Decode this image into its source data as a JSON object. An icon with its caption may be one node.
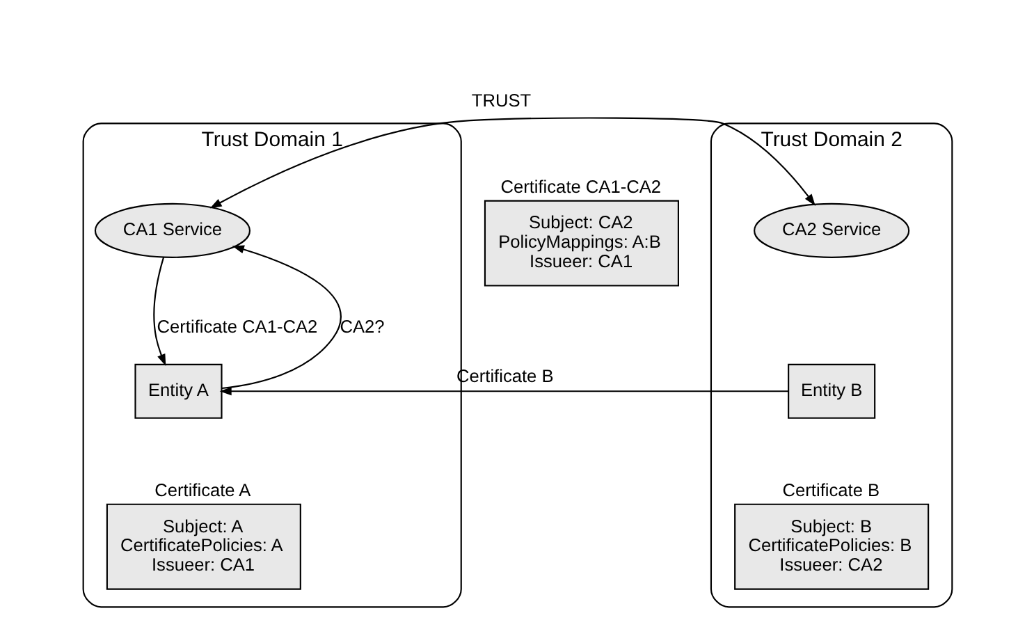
{
  "diagram": {
    "nodes": [
      {
        "text": [
          "Trust Domain 1"
        ]
      },
      {
        "text": [
          "CA1 Service"
        ],
        "in": 0
      },
      {
        "text": [
          "Entity A"
        ],
        "in": 0
      },
      {
        "text": [
          "Certificate A",
          "Subject: A",
          "CertificatePolicies: A",
          "Issueer: CA1"
        ],
        "in": 0
      },
      {
        "text": [
          "Certificate CA1-CA2",
          "Subject: CA2",
          "PolicyMappings: A:B",
          "Issueer: CA1"
        ]
      },
      {
        "text": [
          "Trust Domain 2"
        ]
      },
      {
        "text": [
          "CA2 Service"
        ],
        "in": 5
      },
      {
        "text": [
          "Entity B"
        ],
        "in": 5
      },
      {
        "text": [
          "Certificate B",
          "Subject: B",
          "CertificatePolicies: B",
          "Issueer: CA2"
        ],
        "in": 5
      }
    ],
    "edges": [
      {
        "from": 1,
        "to": 6,
        "arrow": "both",
        "label": "TRUST"
      },
      {
        "from": 2,
        "to": 1,
        "arrow": "to",
        "label": "CA2?"
      },
      {
        "from": 1,
        "to": 2,
        "arrow": "to",
        "label": "Certificate CA1-CA2"
      },
      {
        "from": 7,
        "to": 2,
        "arrow": "to",
        "label": "Certificate B"
      }
    ]
  }
}
